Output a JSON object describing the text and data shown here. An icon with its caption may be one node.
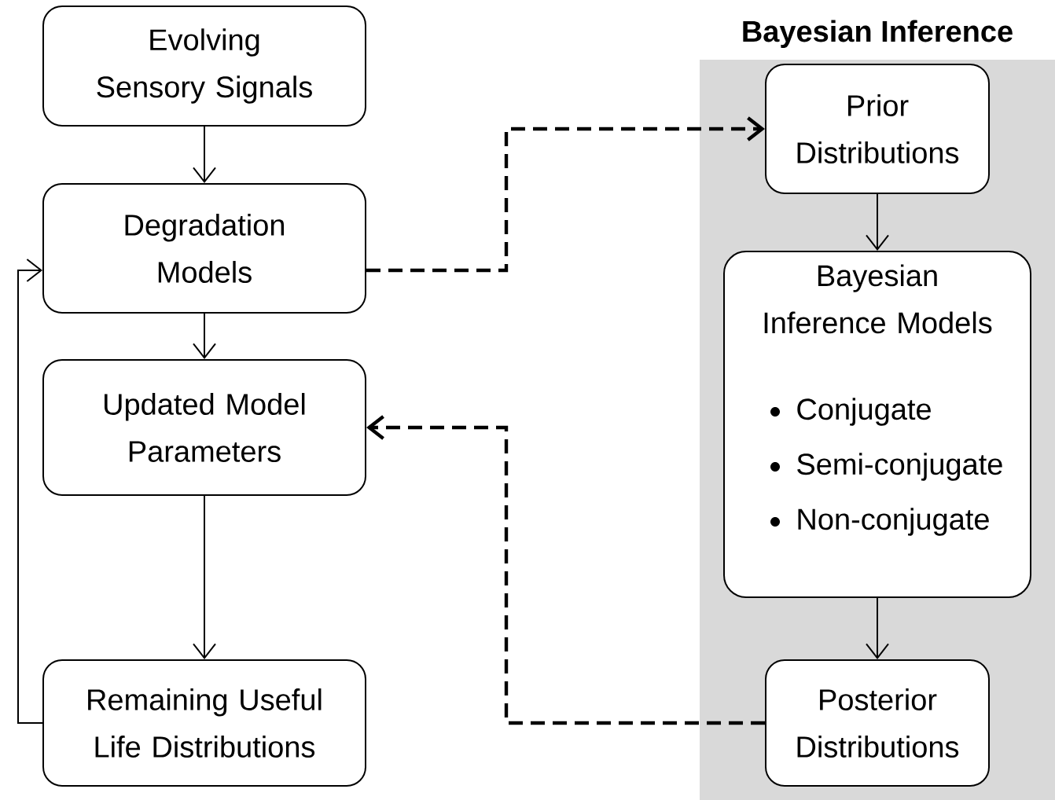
{
  "diagram": {
    "nodes": [
      {
        "text": [
          "Evolving Sensory Signals"
        ]
      },
      {
        "text": [
          "Degradation Models"
        ]
      },
      {
        "text": [
          "Updated Model Parameters"
        ]
      },
      {
        "text": [
          "Remaining Useful Life Distributions"
        ]
      },
      {
        "text": [
          "Bayesian Inference"
        ]
      },
      {
        "text": [
          "Prior Distributions"
        ],
        "in": 4
      },
      {
        "text": [
          "Bayesian Inference Models",
          "Conjugate",
          "Semi-conjugate",
          "Non-conjugate"
        ],
        "in": 4
      },
      {
        "text": [
          "Posterior Distributions"
        ],
        "in": 4
      }
    ],
    "edges": [
      {
        "from": 0,
        "to": 1,
        "arrow": "to"
      },
      {
        "from": 1,
        "to": 2,
        "arrow": "to"
      },
      {
        "from": 2,
        "to": 3,
        "arrow": "to"
      },
      {
        "from": 3,
        "to": 1,
        "arrow": "to"
      },
      {
        "from": 1,
        "to": 5,
        "arrow": "to",
        "style": "dashed"
      },
      {
        "from": 5,
        "to": 6,
        "arrow": "to"
      },
      {
        "from": 6,
        "to": 7,
        "arrow": "to"
      },
      {
        "from": 7,
        "to": 2,
        "arrow": "to",
        "style": "dashed"
      }
    ]
  }
}
